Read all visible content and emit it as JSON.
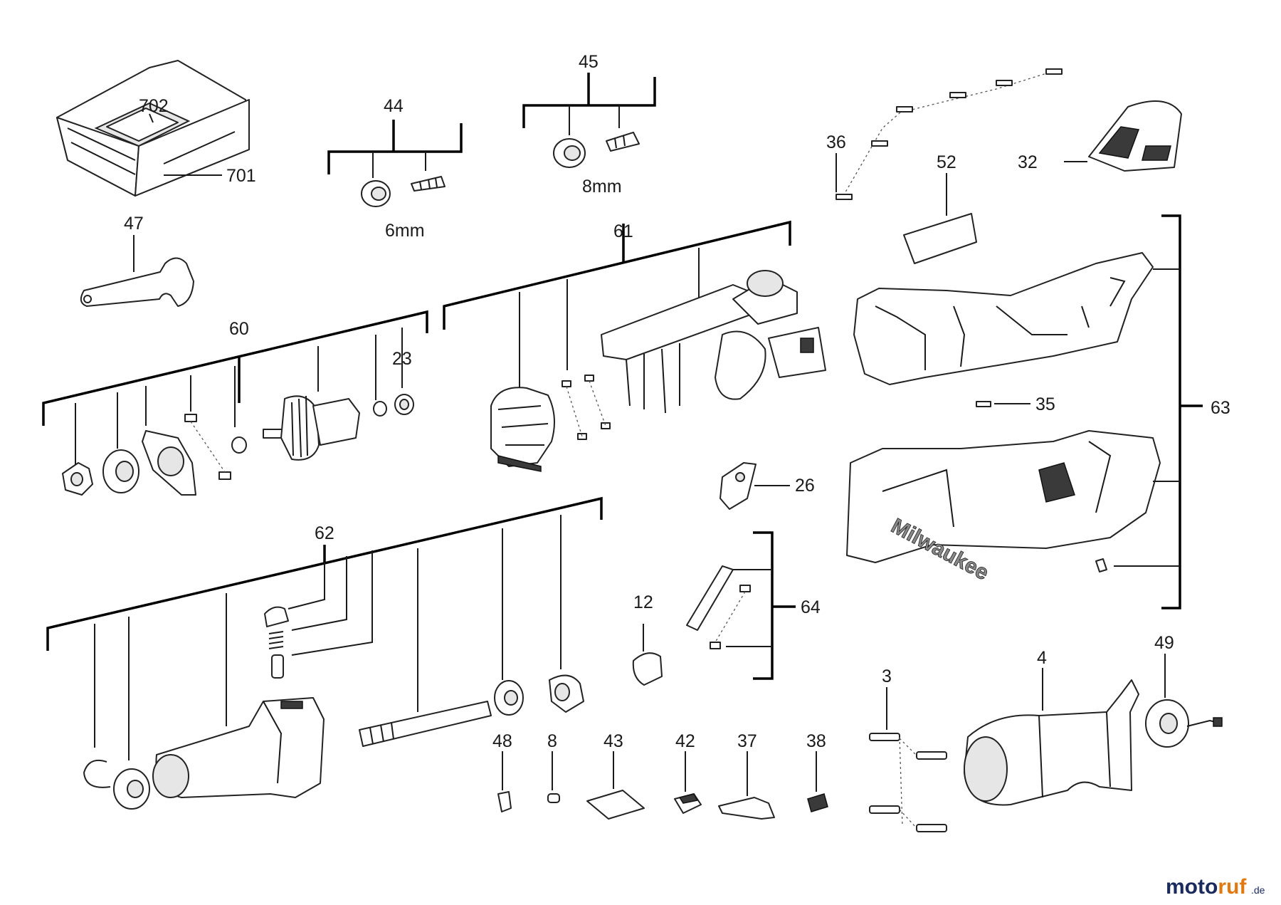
{
  "callouts": {
    "c702": "702",
    "c701": "701",
    "c44": "44",
    "c6mm": "6mm",
    "c45": "45",
    "c8mm": "8mm",
    "c36": "36",
    "c52": "52",
    "c32": "32",
    "c47": "47",
    "c61": "61",
    "c60": "60",
    "c23": "23",
    "c35": "35",
    "c63": "63",
    "c26": "26",
    "c62": "62",
    "c12": "12",
    "c64": "64",
    "c3": "3",
    "c4": "4",
    "c49": "49",
    "c48": "48",
    "c8": "8",
    "c43": "43",
    "c42": "42",
    "c37": "37",
    "c38": "38"
  },
  "watermark": {
    "part1": "moto",
    "part2": "ruf",
    "suffix": ".de"
  },
  "colors": {
    "watermark_blue": "#1a2a5c",
    "watermark_orange": "#e07a10",
    "line": "#1a1a1a"
  }
}
